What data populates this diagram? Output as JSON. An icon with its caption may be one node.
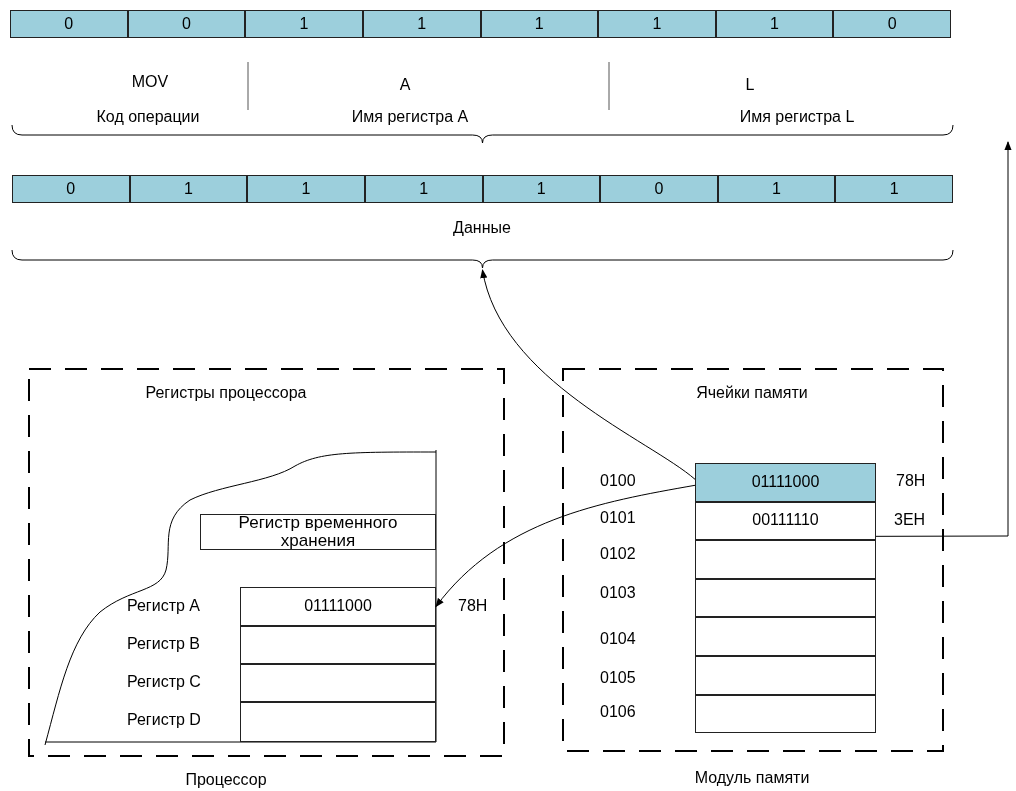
{
  "diagram": {
    "nodes": [
      {
        "text": [],
        "shape": "bar"
      },
      {
        "text": [
          "0"
        ],
        "in": 0
      },
      {
        "text": [
          "0"
        ],
        "in": 0
      },
      {
        "text": [
          "1"
        ],
        "in": 0
      },
      {
        "text": [
          "1"
        ],
        "in": 0
      },
      {
        "text": [
          "1"
        ],
        "in": 0
      },
      {
        "text": [
          "1"
        ],
        "in": 0
      },
      {
        "text": [
          "1"
        ],
        "in": 0
      },
      {
        "text": [
          "0"
        ],
        "in": 0
      },
      {
        "text": [
          "Данные"
        ]
      },
      {
        "text": [
          "0"
        ],
        "in": 9
      },
      {
        "text": [
          "1"
        ],
        "in": 9
      },
      {
        "text": [
          "1"
        ],
        "in": 9
      },
      {
        "text": [
          "1"
        ],
        "in": 9
      },
      {
        "text": [
          "1"
        ],
        "in": 9
      },
      {
        "text": [
          "0"
        ],
        "in": 9
      },
      {
        "text": [
          "1"
        ],
        "in": 9
      },
      {
        "text": [
          "1"
        ],
        "in": 9
      },
      {
        "text": [
          "Регистры процессора"
        ],
        "beside": [
          "Процессор"
        ]
      },
      {
        "text": [
          "Регистр временного хранения"
        ],
        "in": 18
      },
      {
        "text": [
          "01111000"
        ],
        "in": 18,
        "beside": [
          "Регистр A",
          "78H"
        ]
      },
      {
        "text": [],
        "shape": "box",
        "in": 18,
        "beside": [
          "Регистр B"
        ]
      },
      {
        "text": [],
        "shape": "box",
        "in": 18,
        "beside": [
          "Регистр C"
        ]
      },
      {
        "text": [],
        "shape": "box",
        "in": 18,
        "beside": [
          "Регистр D"
        ]
      },
      {
        "text": [
          "Ячейки памяти"
        ],
        "beside": [
          "Модуль памяти"
        ]
      },
      {
        "text": [
          "01111000"
        ],
        "in": 24,
        "beside": [
          "0100",
          "78H"
        ]
      },
      {
        "text": [
          "00111110"
        ],
        "in": 24,
        "beside": [
          "0101",
          "3EH"
        ]
      },
      {
        "text": [],
        "shape": "box",
        "in": 24,
        "beside": [
          "0102"
        ]
      },
      {
        "text": [],
        "shape": "box",
        "in": 24,
        "beside": [
          "0103"
        ]
      },
      {
        "text": [],
        "shape": "box",
        "in": 24,
        "beside": [
          "0104"
        ]
      },
      {
        "text": [],
        "shape": "box",
        "in": 24,
        "beside": [
          "0105"
        ]
      },
      {
        "text": [],
        "shape": "box",
        "in": 24,
        "beside": [
          "0106"
        ]
      }
    ],
    "edges": [
      {
        "from": 25,
        "to": 9,
        "arrow": "to"
      },
      {
        "from": 25,
        "to": 20,
        "arrow": "to"
      },
      {
        "from": 26,
        "to": null,
        "arrow": "to"
      }
    ],
    "labels": [
      "MOV",
      "A",
      "L",
      "Код операции",
      "Имя регистра A",
      "Имя регистра L"
    ]
  }
}
